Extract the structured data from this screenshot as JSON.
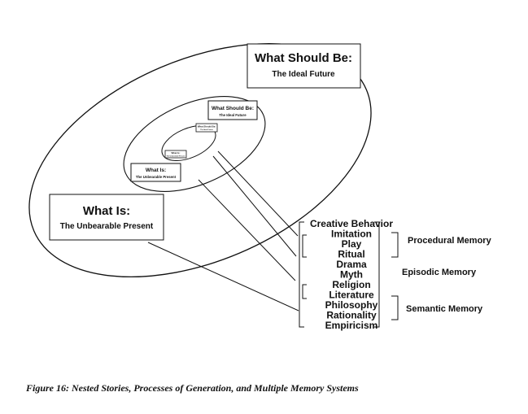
{
  "outer_ellipse": {
    "should": {
      "title": "What Should Be:",
      "subtitle": "The Ideal Future"
    },
    "is": {
      "title": "What Is:",
      "subtitle": "The Unbearable Present"
    }
  },
  "middle_ellipse": {
    "should": {
      "title": "What Should Be:",
      "subtitle": "The Ideal Future"
    },
    "is": {
      "title": "What Is:",
      "subtitle": "The Unbearable Present"
    }
  },
  "inner_ellipse": {
    "should": {
      "title": "What Should Be:",
      "subtitle": "The Ideal Future"
    },
    "is": {
      "title": "What Is:",
      "subtitle": "The Unbearable Present"
    }
  },
  "processes": [
    "Creative Behavior",
    "Imitation",
    "Play",
    "Ritual",
    "Drama",
    "Myth",
    "Religion",
    "Literature",
    "Philosophy",
    "Rationality",
    "Empiricism"
  ],
  "memory_systems": {
    "procedural": "Procedural Memory",
    "episodic": "Episodic Memory",
    "semantic": "Semantic Memory"
  },
  "caption": "Figure 16: Nested Stories, Processes of Generation, and Multiple Memory Systems"
}
